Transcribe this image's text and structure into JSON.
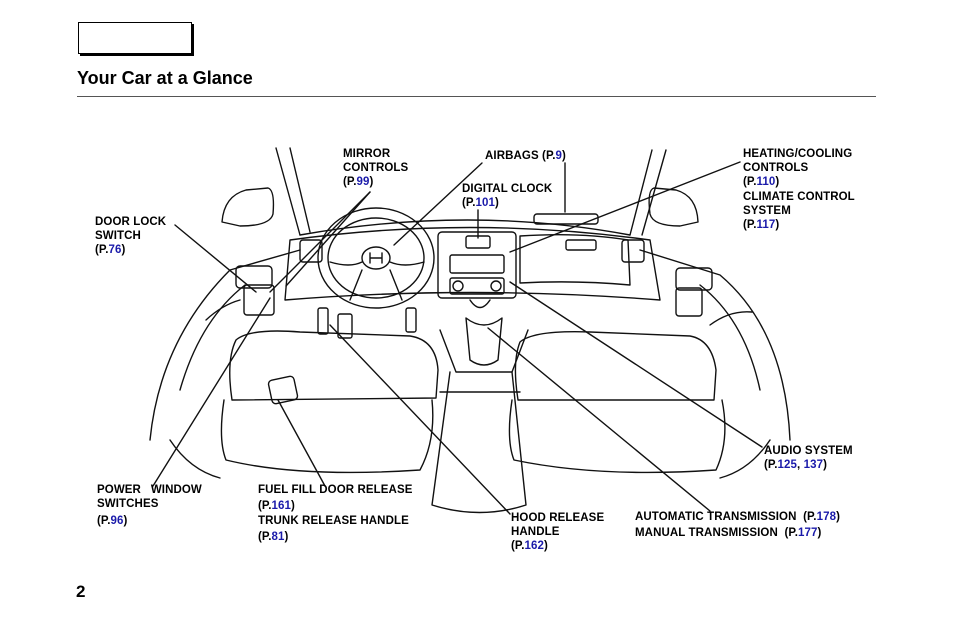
{
  "header": {
    "title": "Your Car at a Glance"
  },
  "page_number": "2",
  "labels": {
    "mirror": {
      "l1": "MIRROR",
      "l2": "CONTROLS",
      "p_open": "(P.",
      "ref": "99",
      "p_close": ")"
    },
    "airbags": {
      "text": "AIRBAGS (P.",
      "ref": "9",
      "p_close": ")"
    },
    "clock": {
      "l1": "DIGITAL CLOCK",
      "p_open": "(P.",
      "ref": "101",
      "p_close": ")"
    },
    "heating": {
      "l1": "HEATING/COOLING",
      "l2": "CONTROLS",
      "p_open": "(P.",
      "ref": "110",
      "p_close": ")"
    },
    "climate": {
      "l1": "CLIMATE CONTROL",
      "l2": "SYSTEM",
      "p_open": "(P.",
      "ref": "117",
      "p_close": ")"
    },
    "doorlock": {
      "l1": "DOOR LOCK",
      "l2": "SWITCH",
      "p_open": "(P.",
      "ref": "76",
      "p_close": ")"
    },
    "audio": {
      "l1": "AUDIO SYSTEM",
      "p_open": "(P.",
      "ref1": "125",
      "sep": ", ",
      "ref2": "137",
      "p_close": ")"
    },
    "power": {
      "l1": "POWER   WINDOW",
      "l2": "SWITCHES",
      "p_open": "(P.",
      "ref": "96",
      "p_close": ")"
    },
    "fuel": {
      "l1": "FUEL FILL DOOR RELEASE",
      "p_open": "(P.",
      "ref": "161",
      "p_close": ")"
    },
    "trunk": {
      "l1": "TRUNK RELEASE HANDLE",
      "p_open": "(P.",
      "ref": "81",
      "p_close": ")"
    },
    "hood": {
      "l1": "HOOD RELEASE",
      "l2": "HANDLE",
      "p_open": "(P.",
      "ref": "162",
      "p_close": ")"
    },
    "auto_trans": {
      "l1": "AUTOMATIC TRANSMISSION  (P.",
      "ref": "178",
      "p_close": ")"
    },
    "manual_trans": {
      "l1": "MANUAL TRANSMISSION  (P.",
      "ref": "177",
      "p_close": ")"
    }
  },
  "colors": {
    "reference_link": "#1a1aaa"
  }
}
